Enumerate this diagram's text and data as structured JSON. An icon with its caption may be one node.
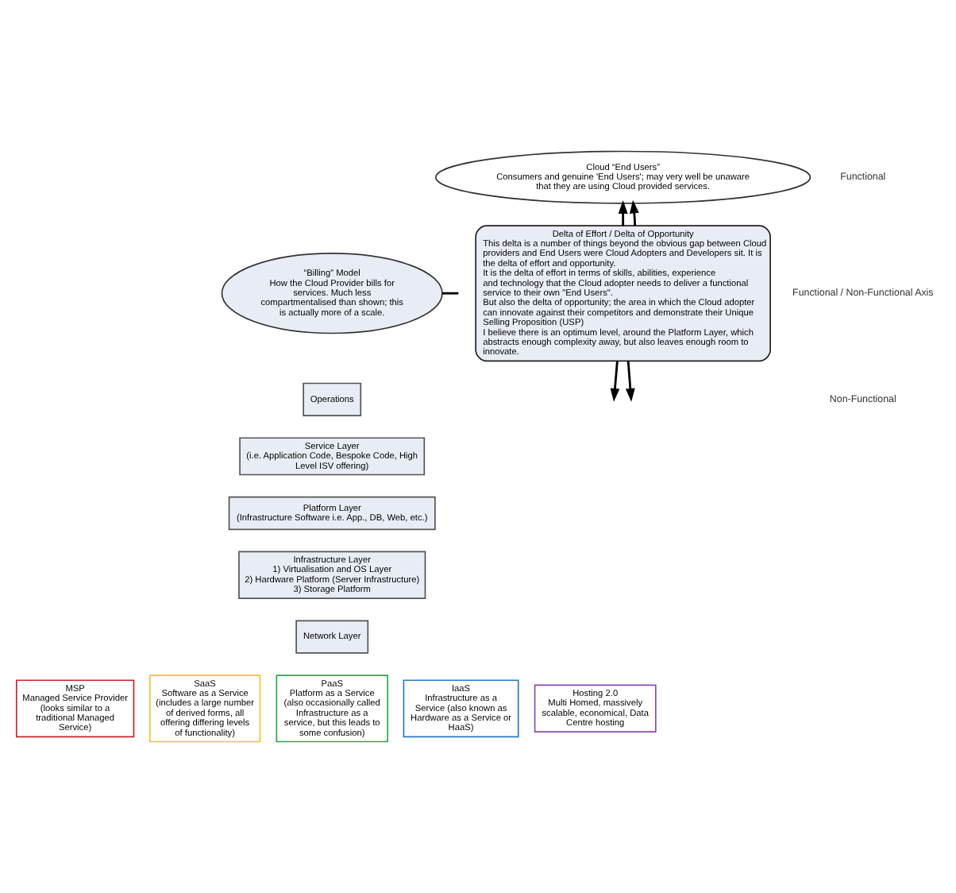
{
  "diagram": {
    "nodes": [
      {
        "text": [
          "Cloud “End Users”",
          "Consumers and genuine 'End Users'; may very well be unaware that they are using Cloud provided services."
        ]
      },
      {
        "text": [
          "“Billing” Model",
          "How the Cloud Provider bills for services. Much less compartmentalised than shown; this is actually more of a scale."
        ]
      },
      {
        "text": [
          "Delta of Effort / Delta of Opportunity",
          "This delta is a number of things beyond the obvious gap between Cloud providers and End Users were Cloud Adopters and Developers sit. It is the delta of effort and opportunity.",
          "It is the delta of effort in terms of skills, abilities, experience and technology that the Cloud adopter needs to deliver a functional service to their own \"End Users\".",
          "But also the delta of opportunity; the area in which the Cloud adopter can innovate against their competitors and demonstrate their Unique Selling Proposition (USP)",
          "I believe there is an optimum level, around the Platform Layer, which abstracts enough complexity away, but also leaves enough room to innovate."
        ]
      },
      {
        "text": [
          "Operations"
        ]
      },
      {
        "text": [
          "Service Layer",
          "(i.e. Application Code, Bespoke Code, High Level ISV offering)"
        ]
      },
      {
        "text": [
          "Platform Layer",
          "(Infrastructure Software i.e. App., DB, Web, etc.)"
        ]
      },
      {
        "text": [
          "Infrastructure Layer",
          "1) Virtualisation and OS Layer",
          "2) Hardware Platform (Server Infrastructure)",
          "3) Storage Platform"
        ]
      },
      {
        "text": [
          "Network Layer"
        ]
      },
      {
        "text": [
          "MSP",
          "Managed Service Provider (looks similar to a traditional Managed Service)"
        ]
      },
      {
        "text": [
          "SaaS",
          "Software as a Service (includes a large number of derived forms, all offering differing levels of functionality)"
        ]
      },
      {
        "text": [
          "PaaS",
          "Platform as a Service (also occasionally called Infrastructure as a service, but this leads to some confusion)"
        ]
      },
      {
        "text": [
          "IaaS",
          "Infrastructure as a Service (also known as Hardware as a Service or HaaS)"
        ]
      },
      {
        "text": [
          "Hosting 2.0",
          "Multi Homed, massively scalable, economical, Data Centre hosting"
        ]
      }
    ],
    "edges": [
      {
        "from": 2,
        "to": 0,
        "arrow": "to"
      },
      {
        "from": 2,
        "to": 0,
        "arrow": "to"
      },
      {
        "from": 2,
        "to": null,
        "arrow": "to"
      },
      {
        "from": 2,
        "to": null,
        "arrow": "to"
      },
      {
        "from": 1,
        "to": null,
        "arrow": "none"
      }
    ],
    "labels": [
      "Functional",
      "Functional / Non-Functional Axis",
      "Non-Functional"
    ]
  }
}
